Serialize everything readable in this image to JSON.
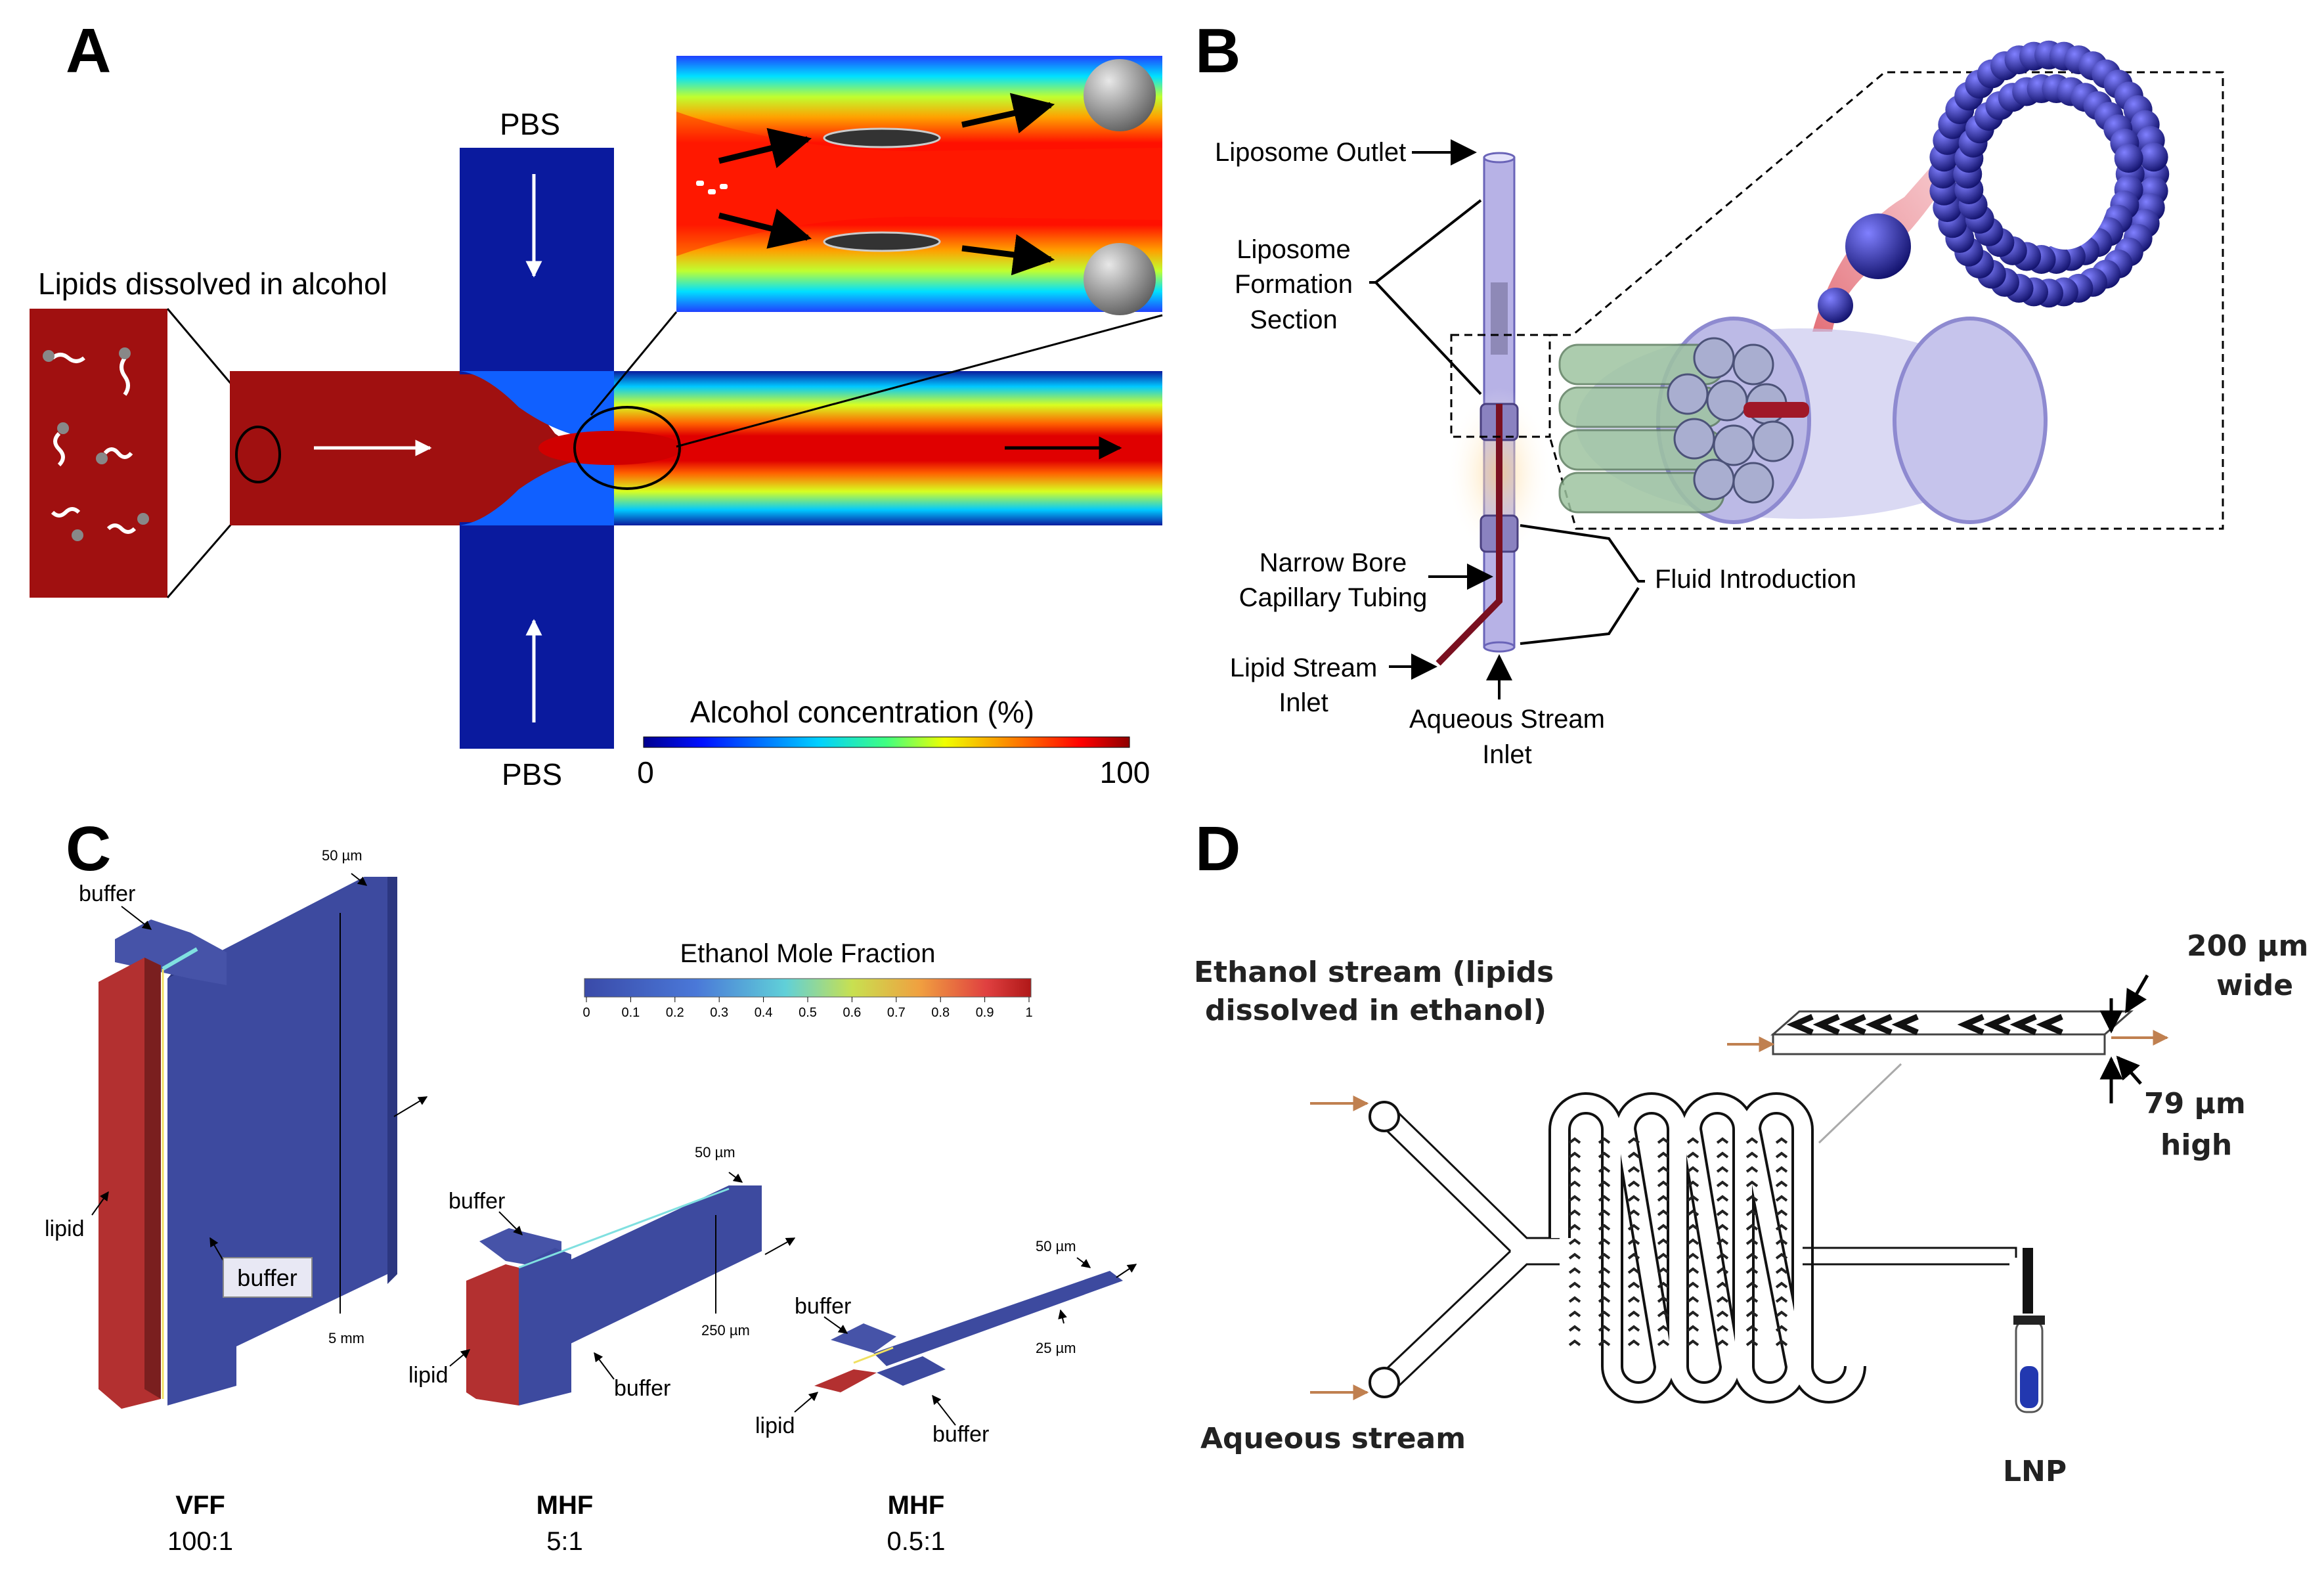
{
  "panels": {
    "a": {
      "label": "A",
      "pbs_top": "PBS",
      "pbs_bottom": "PBS",
      "lipids_label": "Lipids dissolved in alcohol",
      "colorbar_title": "Alcohol concentration (%)",
      "colorbar_min": "0",
      "colorbar_max": "100"
    },
    "b": {
      "label": "B",
      "outlet": "Liposome Outlet",
      "formation_1": "Liposome",
      "formation_2": "Formation",
      "formation_3": "Section",
      "narrow_1": "Narrow Bore",
      "narrow_2": "Capillary Tubing",
      "lipid_inlet_1": "Lipid Stream",
      "lipid_inlet_2": "Inlet",
      "aqueous_inlet_1": "Aqueous Stream",
      "aqueous_inlet_2": "Inlet",
      "fluid_intro": "Fluid Introduction"
    },
    "c": {
      "label": "C",
      "colorbar_title": "Ethanol Mole Fraction",
      "colorbar_ticks": [
        "0",
        "0.1",
        "0.2",
        "0.3",
        "0.4",
        "0.5",
        "0.6",
        "0.7",
        "0.8",
        "0.9",
        "1"
      ],
      "vff": {
        "buffer_top": "buffer",
        "lipid": "lipid",
        "buffer_box": "buffer",
        "dim_top": "50 µm",
        "dim_height": "5 mm",
        "name": "VFF",
        "ratio": "100:1"
      },
      "mhf1": {
        "buffer_top": "buffer",
        "lipid": "lipid",
        "buffer_bottom": "buffer",
        "dim_top": "50 µm",
        "dim_height": "250 µm",
        "name": "MHF",
        "ratio": "5:1"
      },
      "mhf2": {
        "buffer_top": "buffer",
        "lipid": "lipid",
        "buffer_bottom": "buffer",
        "dim_top": "50 µm",
        "dim_height": "25 µm",
        "name": "MHF",
        "ratio": "0.5:1"
      }
    },
    "d": {
      "label": "D",
      "ethanol_1": "Ethanol stream (lipids",
      "ethanol_2": "dissolved in ethanol)",
      "aqueous": "Aqueous stream",
      "width_1": "200 µm",
      "width_2": "wide",
      "height_1": "79 µm",
      "height_2": "high",
      "product": "LNP"
    }
  },
  "colors": {
    "alcohol": "#a01010",
    "pbs": "#0a1a9e",
    "channel_blue": "#3d4a9f",
    "lipid_red": "#b33030",
    "tube": "#b7b2e6",
    "lipid_tube": "#7a1020"
  }
}
